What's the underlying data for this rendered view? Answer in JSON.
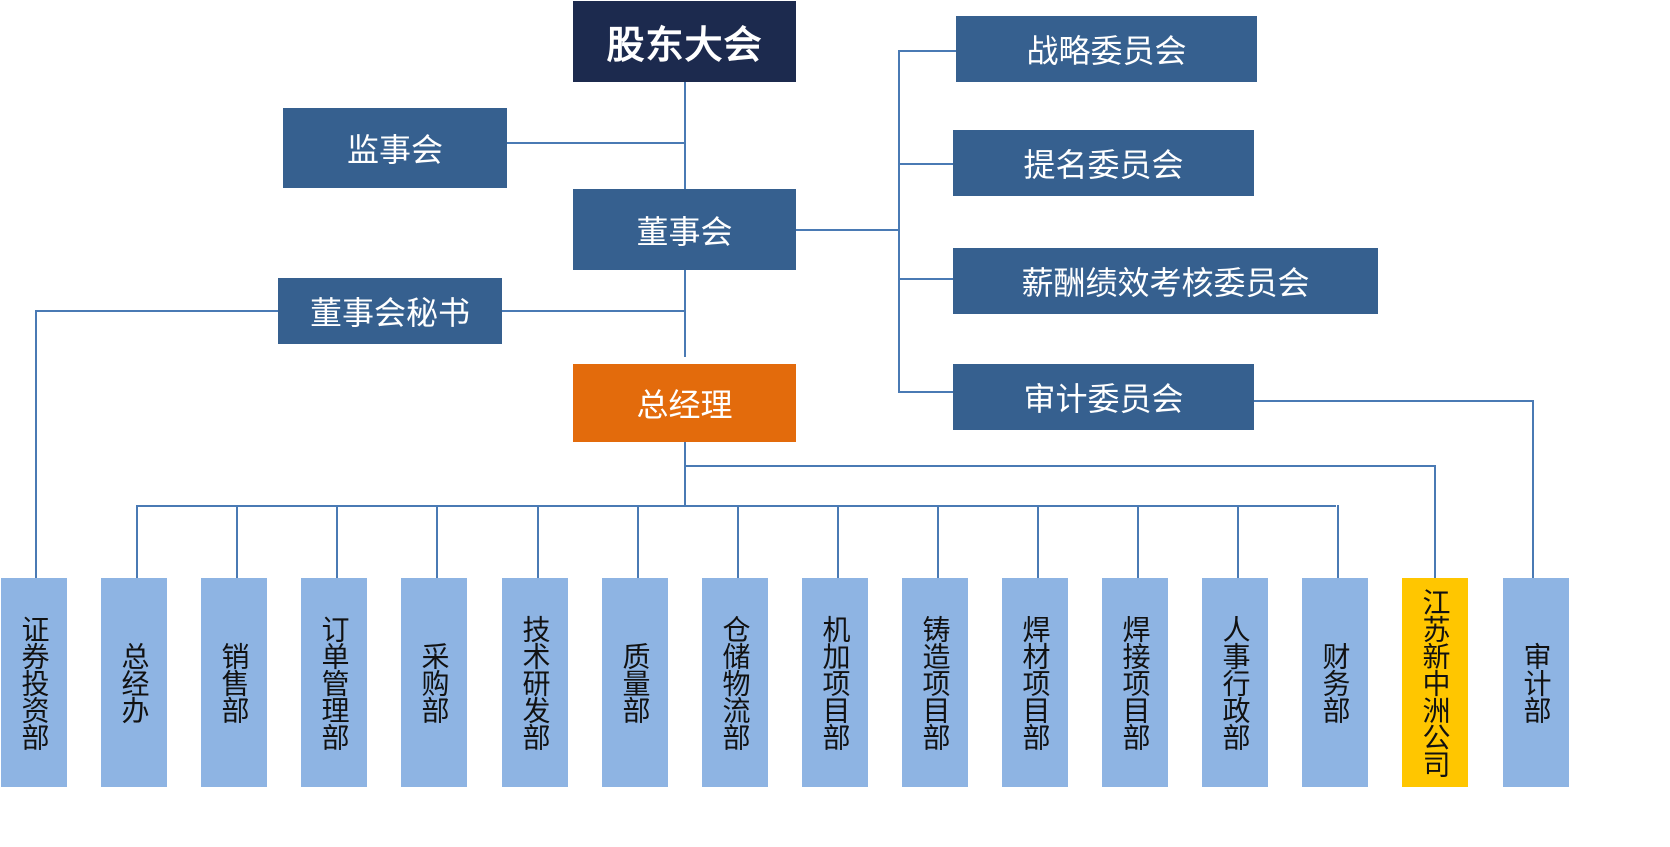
{
  "top": {
    "shareholders": "股东大会",
    "supervisors": "监事会",
    "board": "董事会",
    "board_secretary": "董事会秘书",
    "general_manager": "总经理"
  },
  "committees": [
    {
      "label": "战略委员会"
    },
    {
      "label": "提名委员会"
    },
    {
      "label": "薪酬绩效考核委员会"
    },
    {
      "label": "审计委员会"
    }
  ],
  "departments": [
    {
      "label": "证券投资部",
      "highlight": false
    },
    {
      "label": "总经办",
      "highlight": false
    },
    {
      "label": "销售部",
      "highlight": false
    },
    {
      "label": "订单管理部",
      "highlight": false
    },
    {
      "label": "采购部",
      "highlight": false
    },
    {
      "label": "技术研发部",
      "highlight": false
    },
    {
      "label": "质量部",
      "highlight": false
    },
    {
      "label": "仓储物流部",
      "highlight": false
    },
    {
      "label": "机加项目部",
      "highlight": false
    },
    {
      "label": "铸造项目部",
      "highlight": false
    },
    {
      "label": "焊材项目部",
      "highlight": false
    },
    {
      "label": "焊接项目部",
      "highlight": false
    },
    {
      "label": "人事行政部",
      "highlight": false
    },
    {
      "label": "财务部",
      "highlight": false
    },
    {
      "label": "江苏新中洲公司",
      "highlight": true
    },
    {
      "label": "审计部",
      "highlight": false
    }
  ],
  "colors": {
    "shareholders_bg": "#1c2a4e",
    "node_bg": "#36608f",
    "general_manager_bg": "#e36b0c",
    "department_bg": "#8eb4e3",
    "subsidiary_bg": "#ffc600",
    "connector": "#4a7ab4"
  }
}
